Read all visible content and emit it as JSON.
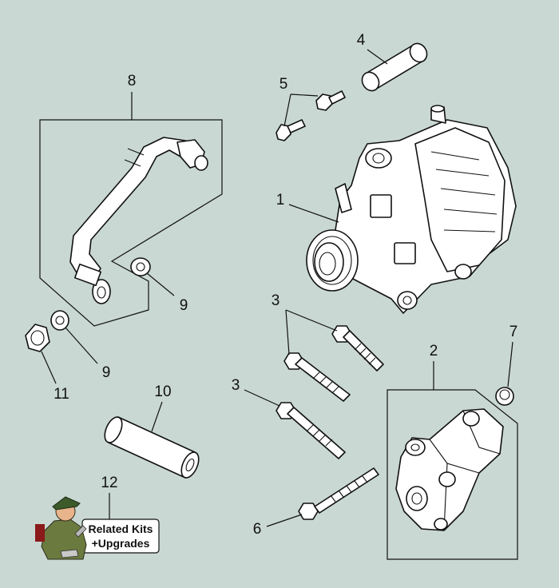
{
  "callouts": {
    "c1": "1",
    "c2": "2",
    "c3a": "3",
    "c3b": "3",
    "c4": "4",
    "c5": "5",
    "c6": "6",
    "c7": "7",
    "c8": "8",
    "c9a": "9",
    "c9b": "9",
    "c10": "10",
    "c11": "11",
    "c12": "12"
  },
  "related_button": {
    "line1": "Related Kits",
    "line2": "+Upgrades"
  },
  "colors": {
    "background": "#c9d8d2",
    "line": "#111111",
    "part_fill": "#ffffff",
    "button_bg": "#ffffff"
  }
}
